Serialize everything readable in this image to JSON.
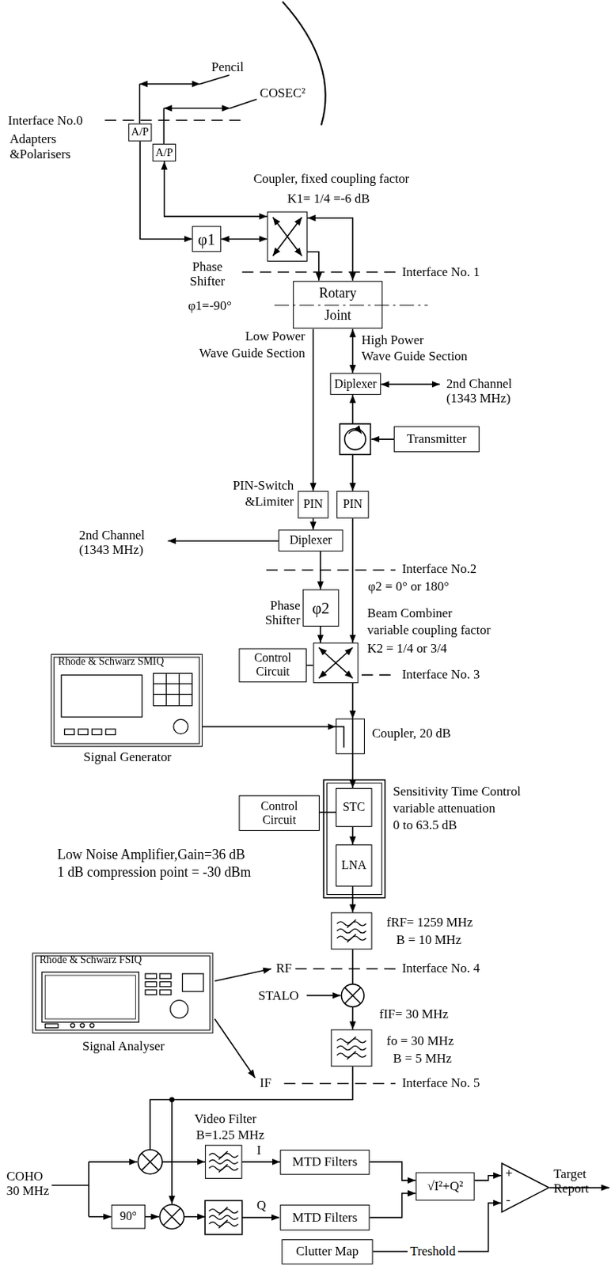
{
  "diagram": {
    "nodes": [
      {
        "text": [
          "A/P"
        ]
      },
      {
        "text": [
          "A/P"
        ]
      },
      {
        "text": [
          "φ1",
          "Phase Shifter",
          "φ1=-90°"
        ]
      },
      {
        "text": [
          "Coupler, fixed coupling factor",
          "K1= 1/4 =-6 dB"
        ]
      },
      {
        "text": [
          "Rotary Joint"
        ]
      },
      {
        "text": [
          "Diplexer"
        ]
      },
      {
        "text": [
          "Transmitter"
        ]
      },
      {
        "text": [
          "PIN"
        ]
      },
      {
        "text": [
          "PIN"
        ]
      },
      {
        "text": [
          "Diplexer"
        ]
      },
      {
        "text": [
          "Phase Shifter",
          "φ2",
          "φ2 = 0° or 180°"
        ]
      },
      {
        "text": [
          "Control Circuit"
        ]
      },
      {
        "text": [
          "Beam Combiner",
          "variable coupling factor",
          "K2 = 1/4 or 3/4"
        ]
      },
      {
        "text": [
          "Rhode & Schwarz SMIQ",
          "Signal Generator"
        ]
      },
      {
        "text": [
          "Coupler, 20 dB"
        ]
      },
      {
        "text": [
          "Control Circuit"
        ]
      },
      {
        "text": [
          "STC",
          "Sensitivity Time Control",
          "variable attenuation",
          "0 to 63.5 dB"
        ]
      },
      {
        "text": [
          "LNA",
          "Low Noise Amplifier,Gain=36 dB",
          "1 dB compression point = -30 dBm"
        ]
      },
      {
        "text": [
          "fRF= 1259 MHz",
          "B = 10 MHz"
        ]
      },
      {
        "text": [
          "fo = 30 MHz",
          "B = 5 MHz"
        ]
      },
      {
        "text": [
          "Rhode & Schwarz FSIQ",
          "Signal Analyser"
        ]
      },
      {
        "text": [
          "90°"
        ]
      },
      {
        "text": [
          "Video Filter",
          "B=1.25 MHz"
        ]
      },
      {
        "text": [
          "MTD Filters"
        ]
      },
      {
        "text": [
          "MTD Filters"
        ]
      },
      {
        "text": [
          "√I²+Q²"
        ]
      },
      {
        "text": [
          "+",
          "-"
        ]
      },
      {
        "text": [
          "Clutter Map"
        ]
      }
    ],
    "edges": [
      {
        "from": 0,
        "to": 2,
        "arrow": "to"
      },
      {
        "from": 2,
        "to": 3,
        "arrow": "both"
      },
      {
        "from": 1,
        "to": 3,
        "arrow": "both"
      },
      {
        "from": 3,
        "to": 4,
        "arrow": "to"
      },
      {
        "from": 3,
        "to": 4,
        "arrow": "both"
      },
      {
        "from": 4,
        "to": 5,
        "arrow": "both"
      },
      {
        "from": 4,
        "to": 7,
        "arrow": "to"
      },
      {
        "from": 5,
        "to": 8,
        "arrow": "both"
      },
      {
        "from": 7,
        "to": 9,
        "arrow": "to"
      },
      {
        "from": 9,
        "to": 10,
        "arrow": "to"
      },
      {
        "from": 10,
        "to": 12,
        "arrow": "to"
      },
      {
        "from": 8,
        "to": 12,
        "arrow": "to"
      },
      {
        "from": 11,
        "to": 12,
        "arrow": "none"
      },
      {
        "from": 12,
        "to": 14,
        "arrow": "to"
      },
      {
        "from": 13,
        "to": 14,
        "arrow": "to"
      },
      {
        "from": 14,
        "to": 16,
        "arrow": "to"
      },
      {
        "from": 15,
        "to": 16,
        "arrow": "none"
      },
      {
        "from": 16,
        "to": 17,
        "arrow": "to"
      },
      {
        "from": 17,
        "to": 18,
        "arrow": "to"
      },
      {
        "from": 18,
        "to": 19,
        "arrow": "to"
      },
      {
        "from": 19,
        "to": 22,
        "arrow": "to"
      },
      {
        "from": 22,
        "to": 23,
        "arrow": "to"
      },
      {
        "from": 23,
        "to": 25,
        "arrow": "to"
      },
      {
        "from": 24,
        "to": 25,
        "arrow": "to"
      },
      {
        "from": 25,
        "to": 26,
        "arrow": "to"
      },
      {
        "from": 27,
        "to": 26,
        "label": "Treshold",
        "arrow": "to"
      }
    ],
    "labels": [
      "Pencil",
      "COSEC²",
      "Interface No.0",
      "Adapters",
      "&Polarisers",
      "Interface No. 1",
      "Low Power",
      "Wave Guide Section",
      "High Power",
      "Wave Guide Section",
      "2nd Channel (1343 MHz)",
      "PIN-Switch",
      "&Limiter",
      "2nd Channel (1343 MHz)",
      "Interface No.2",
      "Interface No. 3",
      "RF",
      "Interface No. 4",
      "STALO",
      "fIF= 30 MHz",
      "IF",
      "Interface No. 5",
      "I",
      "Q",
      "COHO 30 MHz",
      "Target Report"
    ]
  }
}
